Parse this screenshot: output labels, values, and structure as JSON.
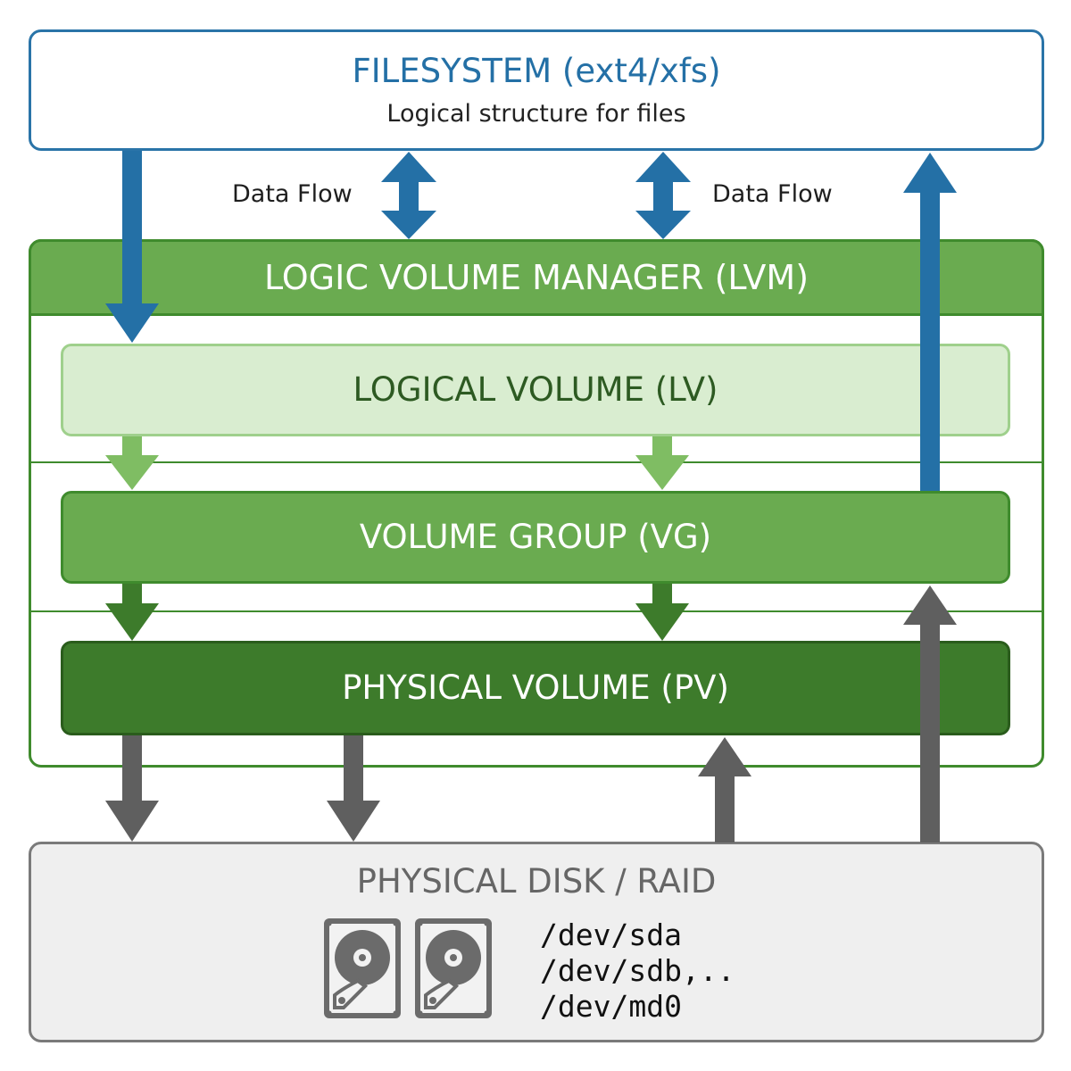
{
  "filesystem": {
    "title": "FILESYSTEM (ext4/xfs)",
    "subtitle": "Logical structure for files"
  },
  "flow_labels": {
    "left": "Data Flow",
    "right": "Data Flow"
  },
  "lvm": {
    "title": "LOGIC VOLUME MANAGER (LVM)",
    "logical_volume": "LOGICAL VOLUME (LV)",
    "volume_group": "VOLUME GROUP (VG)",
    "physical_volume": "PHYSICAL VOLUME (PV)"
  },
  "disk": {
    "title": "PHYSICAL DISK / RAID",
    "devices": [
      "/dev/sda",
      "/dev/sdb,..",
      "/dev/md0"
    ],
    "icon": "hard-drive-icon"
  },
  "colors": {
    "filesystem_blue": "#2470a6",
    "lvm_green": "#6aab50",
    "lv_light_green": "#d9edd0",
    "pv_dark_green": "#3d7b2b",
    "disk_gray": "#efefef",
    "arrow_gray": "#5f5f5f"
  }
}
